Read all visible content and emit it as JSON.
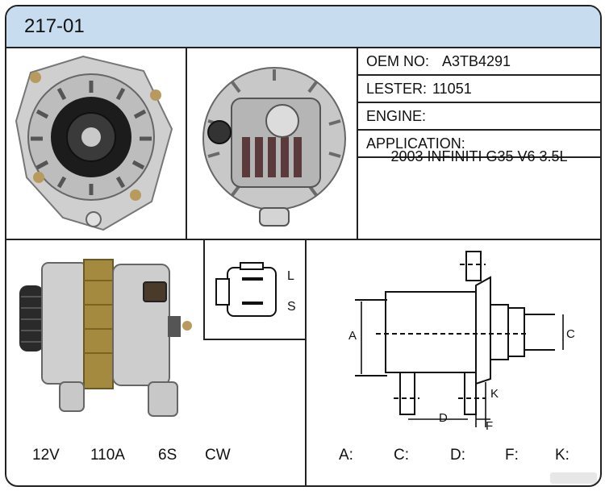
{
  "header": {
    "part_number": "217-01"
  },
  "info": {
    "oem_label": "OEM NO:",
    "oem_value": "A3TB4291",
    "lester_label": "LESTER:",
    "lester_value": "11051",
    "engine_label": "ENGINE:",
    "engine_value": "",
    "application_label": "APPLICATION:",
    "application_value": "2003 INFINITI G35 V6 3.5L"
  },
  "connector": {
    "pin_l": "L",
    "pin_s": "S"
  },
  "specs": {
    "voltage": "12V",
    "amperage": "110A",
    "pulley": "6S",
    "rotation": "CW"
  },
  "dimension_drawing": {
    "label_a": "A",
    "label_c": "C",
    "label_d": "D",
    "label_f": "F",
    "label_k": "K"
  },
  "dimensions": {
    "a_label": "A:",
    "a_value": "",
    "c_label": "C:",
    "c_value": "",
    "d_label": "D:",
    "d_value": "",
    "f_label": "F:",
    "f_value": "",
    "k_label": "K:",
    "k_value": ""
  },
  "colors": {
    "header_bg": "#c7dcef",
    "border": "#222222"
  }
}
